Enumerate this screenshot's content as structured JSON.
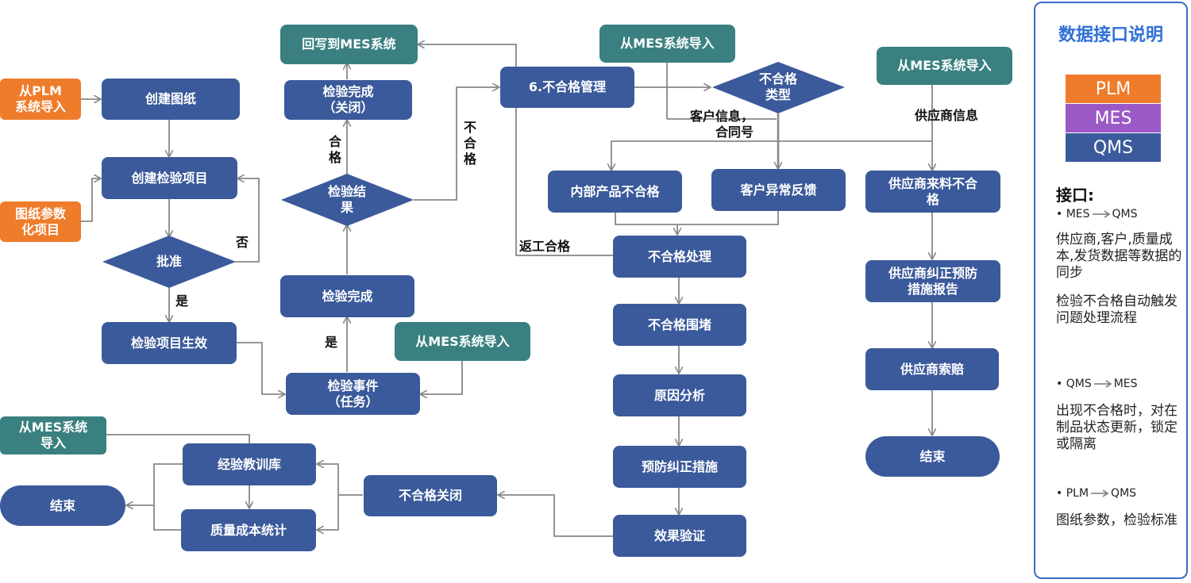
{
  "nodes": {
    "import_plm": "从PLM\n系统导入",
    "create_drawing": "创建图纸",
    "create_inspection_item": "创建检验项目",
    "drawing_params": "图纸参数\n化项目",
    "approve": "批准",
    "item_effective": "检验项目生效",
    "writeback_mes": "回写到MES系统",
    "inspection_done_closed": "检验完成\n（关闭）",
    "inspection_result": "检验结\n果",
    "inspection_done": "检验完成",
    "inspection_event": "检验事件\n（任务）",
    "import_mes_event": "从MES系统导入",
    "nc_management": "6.不合格管理",
    "import_mes_top": "从MES系统导入",
    "nc_type": "不合格\n类型",
    "import_mes_right": "从MES系统导入",
    "internal_nc": "内部产品不合格",
    "customer_feedback": "客户异常反馈",
    "supplier_nc": "供应商来料不合\n格",
    "nc_handling": "不合格处理",
    "nc_containment": "不合格围堵",
    "root_cause": "原因分析",
    "corrective_action": "预防纠正措施",
    "effect_verify": "效果验证",
    "supplier_capa": "供应商纠正预防\n措施报告",
    "supplier_claim": "供应商索赔",
    "end_right": "结束",
    "nc_close": "不合格关闭",
    "lessons_db": "经验教训库",
    "quality_cost": "质量成本统计",
    "end_left": "结束",
    "import_mes_bottom": "从MES系统\n导入"
  },
  "labels": {
    "no": "否",
    "yes_approve": "是",
    "yes_done": "是",
    "pass": "合格",
    "fail": "不合格",
    "customer_info": "客户信息，\n合同号",
    "supplier_info": "供应商信息",
    "rework_pass": "返工合格"
  },
  "legend": {
    "title": "数据接口说明",
    "items": [
      {
        "label": "PLM",
        "color": "#ef7c2b"
      },
      {
        "label": "MES",
        "color": "#9b59c6"
      },
      {
        "label": "QMS",
        "color": "#3b5a9b"
      }
    ],
    "interface_heading": "接口:",
    "bullets": [
      {
        "from": "MES",
        "to": "QMS",
        "desc": "供应商,客户,质量成本,发货数据等数据的同步",
        "desc2": "检验不合格自动触发问题处理流程"
      },
      {
        "from": "QMS",
        "to": "MES",
        "desc": "出现不合格时，对在制品状态更新，锁定或隔离",
        "desc2": ""
      },
      {
        "from": "PLM",
        "to": "QMS",
        "desc": "图纸参数，检验标准",
        "desc2": ""
      }
    ]
  },
  "colors": {
    "qms_box": "#3b5a9b",
    "mes_box": "#3a8080",
    "plm_box": "#ef7c2b",
    "connector": "#888888"
  }
}
